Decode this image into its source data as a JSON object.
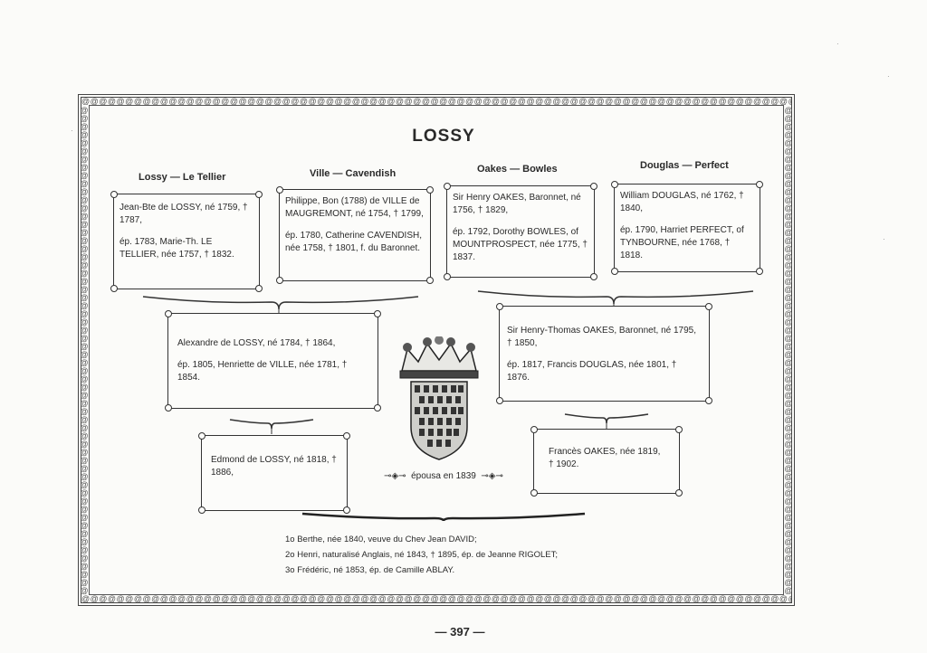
{
  "title": "LOSSY",
  "columns": [
    {
      "heading": "Lossy — Le Tellier",
      "lines": [
        "Jean-Bte de LOSSY, né 1759, † 1787,",
        "ép. 1783, Marie-Th. LE TELLIER, née 1757, † 1832."
      ]
    },
    {
      "heading": "Ville — Cavendish",
      "lines": [
        "Philippe, Bon (1788) de VILLE de MAUGREMONT, né 1754, † 1799,",
        "ép. 1780, Catherine CAVENDISH, née 1758, † 1801, f. du Baronnet."
      ]
    },
    {
      "heading": "Oakes — Bowles",
      "lines": [
        "Sir Henry OAKES, Baronnet, né 1756, † 1829,",
        "ép. 1792, Dorothy BOWLES, of MOUNTPROSPECT, née 1775, † 1837."
      ]
    },
    {
      "heading": "Douglas — Perfect",
      "lines": [
        "William DOUGLAS, né 1762, † 1840,",
        "ép. 1790, Harriet PERFECT, of TYNBOURNE, née 1768, † 1818."
      ]
    }
  ],
  "second_generation": [
    {
      "lines": [
        "Alexandre de LOSSY, né 1784, † 1864,",
        "ép. 1805, Henriette de VILLE, née 1781, † 1854."
      ]
    },
    {
      "lines": [
        "Sir Henry-Thomas OAKES, Baronnet, né 1795, † 1850,",
        "ép. 1817, Francis DOUGLAS, née 1801, † 1876."
      ]
    }
  ],
  "third_generation": [
    {
      "lines": [
        "Edmond de LOSSY, né 1818, † 1886,"
      ]
    },
    {
      "lines": [
        "Francès OAKES, née 1819, † 1902."
      ]
    }
  ],
  "marriage": "épousa en 1839",
  "children": [
    "1o Berthe, née 1840, veuve du Chev Jean DAVID;",
    "2o Henri, naturalisé Anglais, né 1843, † 1895, ép. de Jeanne RIGOLET;",
    "3o Frédéric, né 1853, ép. de Camille ABLAY."
  ],
  "page_number": "— 397 —"
}
